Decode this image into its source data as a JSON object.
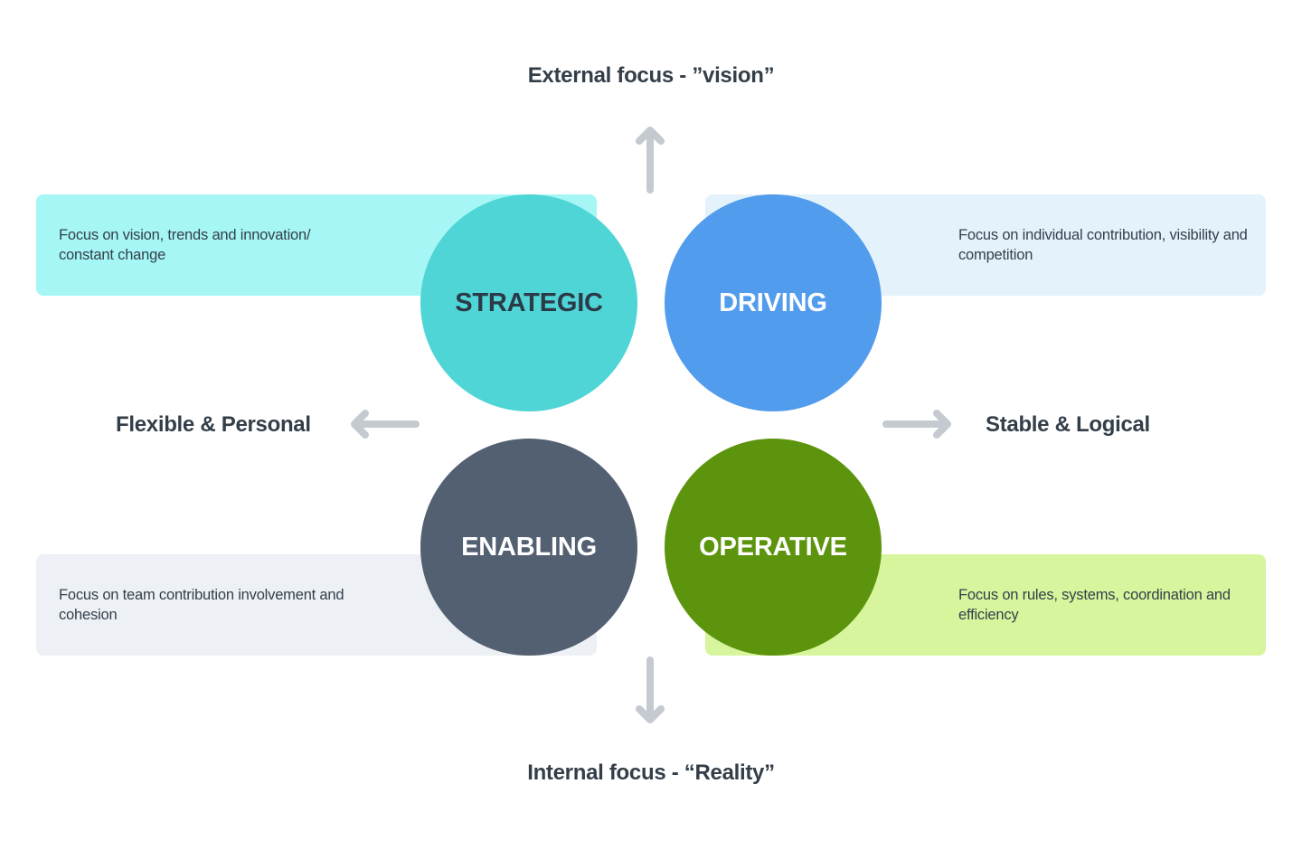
{
  "axes": {
    "top": "External focus - ”vision”",
    "bottom": "Internal focus - “Reality”",
    "left": "Flexible & Personal",
    "right": "Stable & Logical"
  },
  "quadrants": {
    "strategic": {
      "title": "STRATEGIC",
      "description": "Focus on vision, trends and innovation/ constant change",
      "color": "#4fd5d6",
      "box_color": "#a5f6f5"
    },
    "driving": {
      "title": "DRIVING",
      "description": "Focus on individual contribution, visibility and competition",
      "color": "#529ced",
      "box_color": "#e4f2fc"
    },
    "enabling": {
      "title": "ENABLING",
      "description": "Focus on team contribution involvement and cohesion",
      "color": "#526072",
      "box_color": "#edf0f4"
    },
    "operative": {
      "title": "OPERATIVE",
      "description": "Focus on rules, systems, coordination and efficiency",
      "color": "#5c940d",
      "box_color": "#d6f59c"
    }
  },
  "arrow_color": "#c5c9d0",
  "icons": [
    "arrow-up-icon",
    "arrow-down-icon",
    "arrow-left-icon",
    "arrow-right-icon"
  ]
}
